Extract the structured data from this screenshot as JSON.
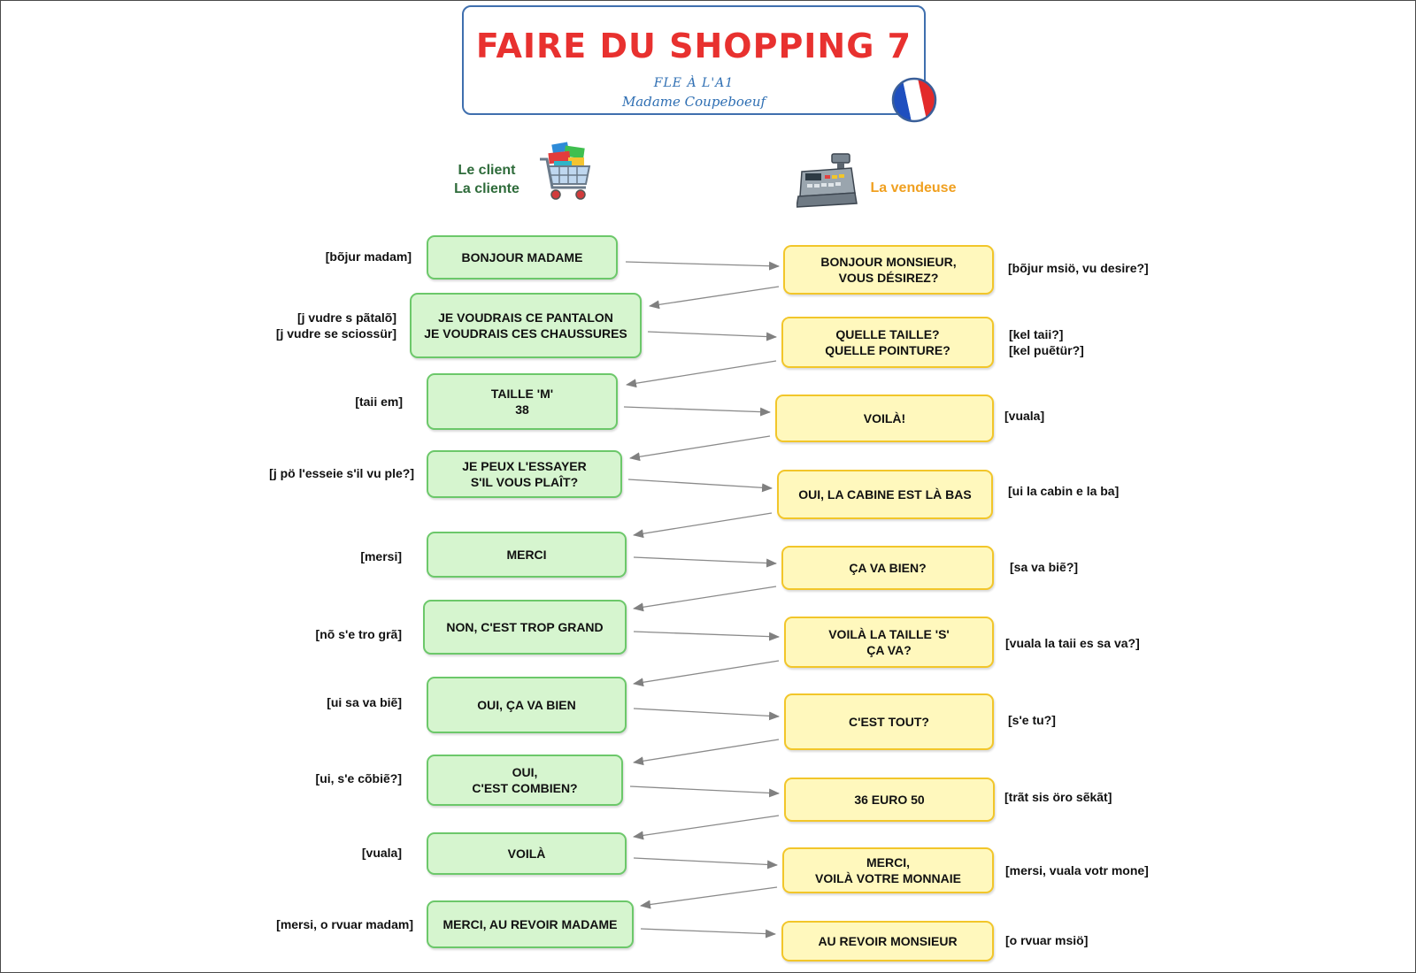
{
  "header": {
    "title": "FAIRE DU SHOPPING 7",
    "subtitle": "FLE À L'A1",
    "author": "Madame Coupeboeuf"
  },
  "roles": {
    "client": "Le client\nLa cliente",
    "seller": "La vendeuse"
  },
  "icons": {
    "flag": "french-flag-icon",
    "client": "shopping-cart-icon",
    "seller": "cash-register-icon"
  },
  "colors": {
    "title_red": "#e8312f",
    "frame_blue": "#3f6fae",
    "client_box": "#d6f5cf",
    "client_border": "#6cc86a",
    "vendor_box": "#fff8bd",
    "vendor_border": "#f2c62a",
    "client_label": "#2e6b3a",
    "seller_label": "#f0a020",
    "arrow": "#808080"
  },
  "dialogue": {
    "client": [
      {
        "text": "BONJOUR MADAME",
        "phonetic": "[bõjur madam]"
      },
      {
        "text": "JE VOUDRAIS CE PANTALON\nJE VOUDRAIS CES CHAUSSURES",
        "phonetic": "[j vudre s pãtalõ]\n[j vudre se sciossür]"
      },
      {
        "text": "TAILLE 'M'\n38",
        "phonetic": "[taii em]"
      },
      {
        "text": "JE PEUX L'ESSAYER\nS'IL VOUS PLAÎT?",
        "phonetic": "[j pö l'esseie s'il vu ple?]"
      },
      {
        "text": "MERCI",
        "phonetic": "[mersi]"
      },
      {
        "text": "NON, C'EST TROP GRAND",
        "phonetic": "[nõ s'e tro grã]"
      },
      {
        "text": "OUI, ÇA VA BIEN",
        "phonetic": "[ui sa va biẽ]"
      },
      {
        "text": "OUI,\nC'EST COMBIEN?",
        "phonetic": "[ui, s'e cõbiẽ?]"
      },
      {
        "text": "VOILÀ",
        "phonetic": "[vuala]"
      },
      {
        "text": "MERCI, AU REVOIR MADAME",
        "phonetic": "[mersi, o rvuar madam]"
      }
    ],
    "vendor": [
      {
        "text": "BONJOUR MONSIEUR,\nVOUS DÉSIREZ?",
        "phonetic": "[bõjur msiö, vu desire?]"
      },
      {
        "text": "QUELLE TAILLE?\nQUELLE POINTURE?",
        "phonetic": "[kel taii?]\n[kel puẽtür?]"
      },
      {
        "text": "VOILÀ!",
        "phonetic": "[vuala]"
      },
      {
        "text": "OUI, LA CABINE EST LÀ BAS",
        "phonetic": "[ui la cabin e la ba]"
      },
      {
        "text": "ÇA VA BIEN?",
        "phonetic": "[sa va biẽ?]"
      },
      {
        "text": "VOILÀ LA TAILLE 'S'\nÇA VA?",
        "phonetic": "[vuala la taii es sa va?]"
      },
      {
        "text": "C'EST TOUT?",
        "phonetic": "[s'e tu?]"
      },
      {
        "text": "36 EURO 50",
        "phonetic": "[trãt sis öro sẽkãt]"
      },
      {
        "text": "MERCI,\nVOILÀ VOTRE MONNAIE",
        "phonetic": "[mersi, vuala votr mone]"
      },
      {
        "text": "AU REVOIR MONSIEUR",
        "phonetic": "[o rvuar msiö]"
      }
    ]
  }
}
